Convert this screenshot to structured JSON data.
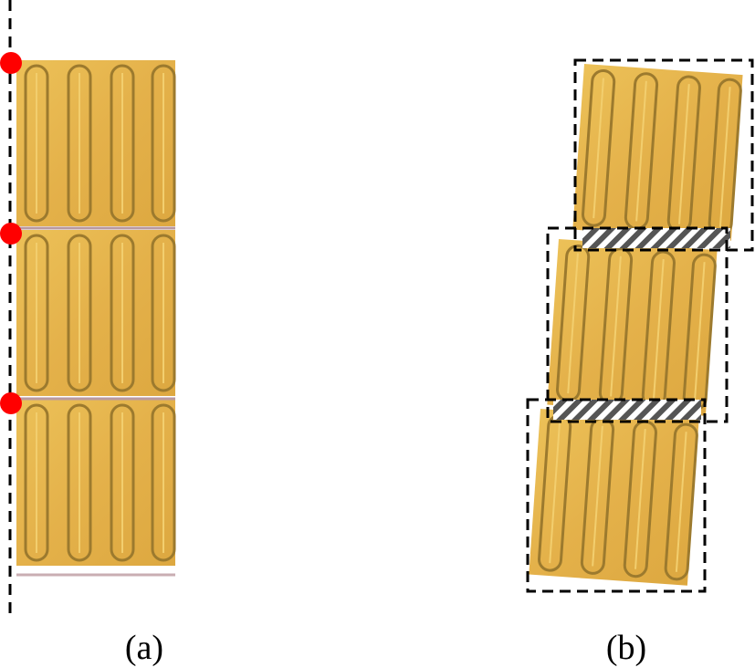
{
  "panels": [
    {
      "caption": "(a)",
      "tiles": 3,
      "alignment_markers": 3
    },
    {
      "caption": "(b)",
      "tiles": 3,
      "gap_regions": 2
    }
  ],
  "colors": {
    "tile_fill": "#E6B246",
    "tile_fill_light": "#EDC15A",
    "groove": "#9C7A2E",
    "marker": "#FF0000",
    "dashed_line": "#000000",
    "hatch_dark": "#555555",
    "hatch_light": "#FFFFFF"
  }
}
